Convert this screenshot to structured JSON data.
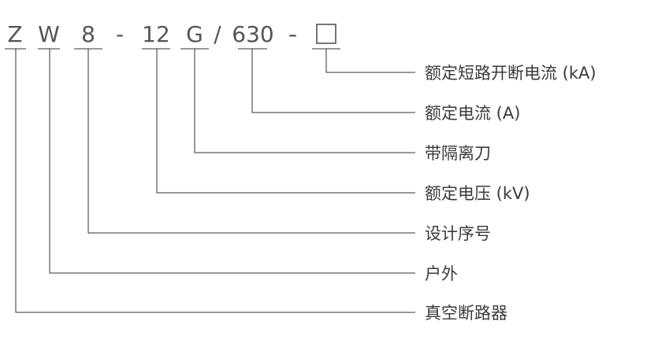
{
  "model_code": {
    "segments": [
      {
        "id": "series",
        "text": "Z",
        "description": "真空断路器"
      },
      {
        "id": "location",
        "text": "W",
        "description": "户外"
      },
      {
        "id": "design",
        "text": "8",
        "description": "设计序号"
      },
      {
        "id": "voltage",
        "text": "12",
        "description": "额定电压 (kV)"
      },
      {
        "id": "disconnector",
        "text": "G",
        "description": "带隔离刀"
      },
      {
        "id": "current",
        "text": "630",
        "description": "额定电流 (A)"
      },
      {
        "id": "breaking",
        "text": "□",
        "description": "额定短路开断电流 (kA)"
      }
    ],
    "separators": [
      {
        "id": "dash-1",
        "text": "-"
      },
      {
        "id": "dash-2",
        "text": "-"
      },
      {
        "id": "slash",
        "text": "/"
      },
      {
        "id": "dash-3",
        "text": "-"
      }
    ]
  }
}
